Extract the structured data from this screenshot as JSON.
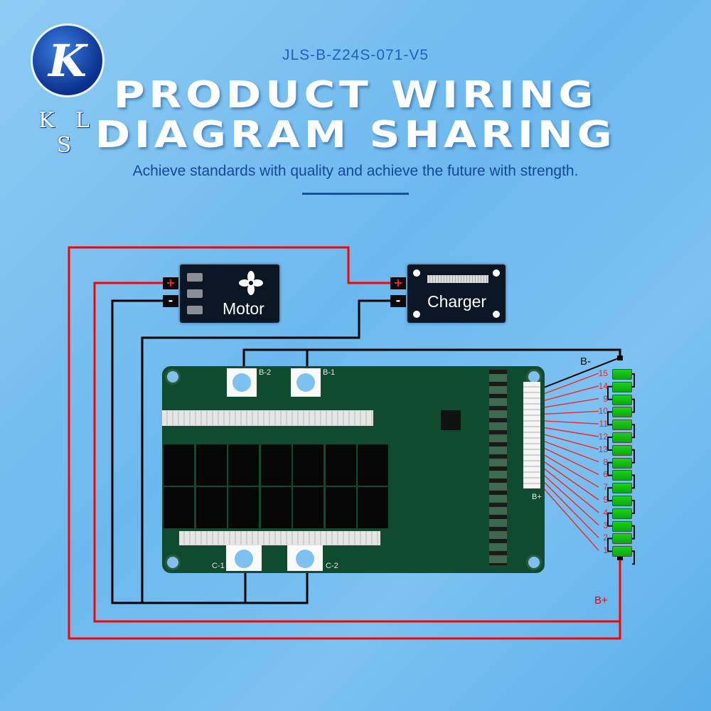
{
  "brand": {
    "logo_letter": "K",
    "name": "K L S"
  },
  "header": {
    "model": "JLS-B-Z24S-071-V5",
    "title_line1": "PRODUCT WIRING",
    "title_line2": "DIAGRAM SHARING",
    "subtitle": "Achieve standards with quality and achieve the future with strength."
  },
  "devices": {
    "motor": {
      "label": "Motor",
      "plus": "+",
      "minus": "-",
      "icon": "fan-icon"
    },
    "charger": {
      "label": "Charger",
      "plus": "+",
      "minus": "-"
    }
  },
  "board": {
    "labels": {
      "b2": "B-2",
      "b1": "B-1",
      "c1": "C-1",
      "c2": "C-2",
      "bplus": "B+"
    }
  },
  "battery": {
    "b_minus": "B-",
    "b_plus": "B+",
    "cell_labels": [
      "15",
      "14",
      "9",
      "10",
      "11",
      "12",
      "13",
      "8",
      "6",
      "7",
      "5",
      "4",
      "3",
      "2",
      "1"
    ]
  },
  "colors": {
    "positive_wire": "#ff0000",
    "negative_wire": "#000000",
    "board": "#0f4b2f",
    "cell": "#18c818"
  }
}
